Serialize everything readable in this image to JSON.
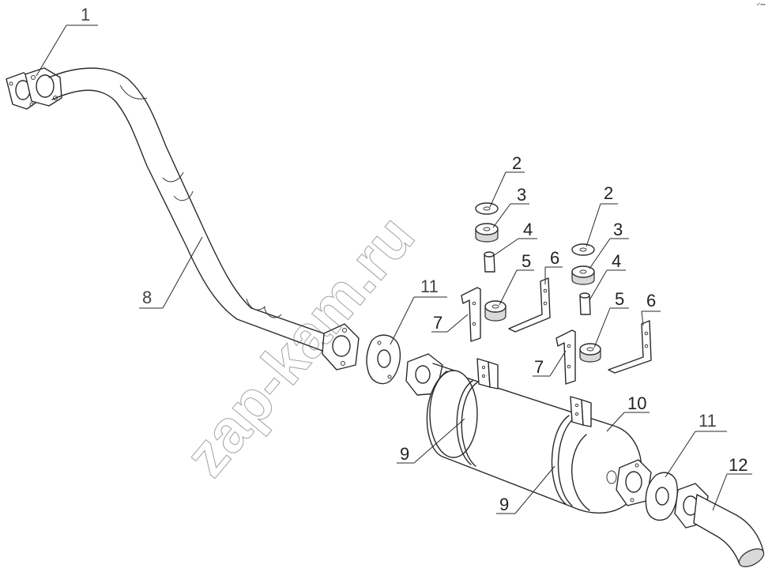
{
  "watermark": "zap-kam.ru",
  "corner_mark": "•\"•••",
  "callouts": {
    "c1": "1",
    "c2a": "2",
    "c2b": "2",
    "c3a": "3",
    "c3b": "3",
    "c4a": "4",
    "c4b": "4",
    "c5a": "5",
    "c5b": "5",
    "c6a": "6",
    "c6b": "6",
    "c7a": "7",
    "c7b": "7",
    "c8": "8",
    "c9a": "9",
    "c9b": "9",
    "c10": "10",
    "c11a": "11",
    "c11b": "11",
    "c12": "12"
  }
}
